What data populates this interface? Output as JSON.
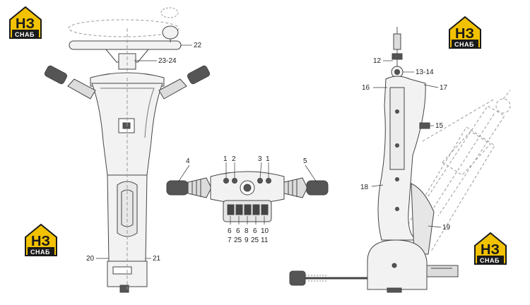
{
  "logo": {
    "mark": "НЗ",
    "text": "СНАБ",
    "accent": "#f2c200",
    "dark": "#1a1a1a"
  },
  "colors": {
    "line": "#444444",
    "dash": "#9a9a9a",
    "fill": "#f2f2f2",
    "shade": "#dcdcdc"
  },
  "callouts": {
    "c22": "22",
    "c2324": "23-24",
    "c20": "20",
    "c21": "21",
    "c4": "4",
    "c1a": "1",
    "c2": "2",
    "c3": "3",
    "c1b": "1",
    "c5": "5",
    "b6a": "6",
    "b6b": "6",
    "b8": "8",
    "b6c": "6",
    "b10": "10",
    "b7": "7",
    "b25a": "25",
    "b9": "9",
    "b25b": "25",
    "b11": "11",
    "c12": "12",
    "c1314": "13-14",
    "c16": "16",
    "c17": "17",
    "c15": "15",
    "c18": "18",
    "c19": "19"
  }
}
